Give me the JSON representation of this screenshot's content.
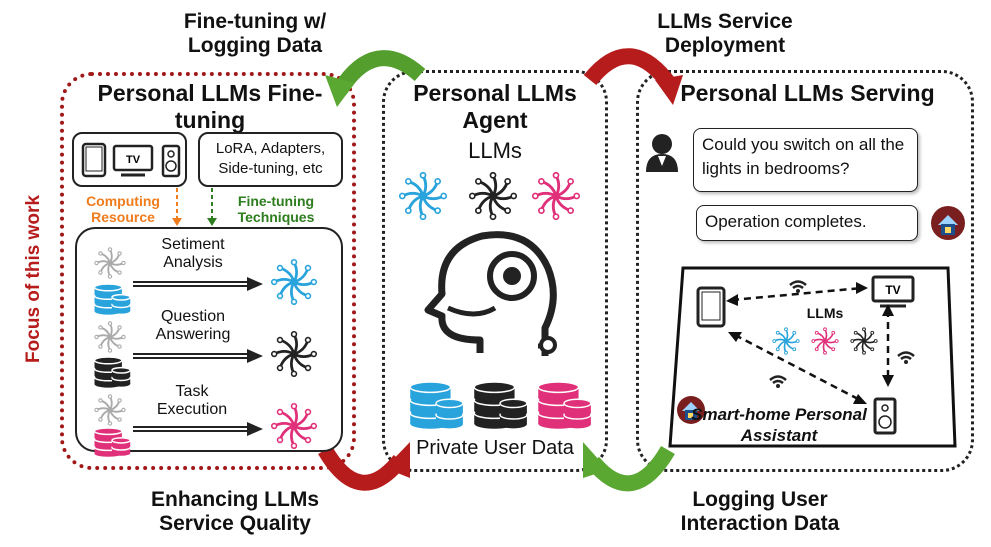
{
  "flow": {
    "fine_tuning": "Fine-tuning w/ Logging Data",
    "deployment": "LLMs Service Deployment",
    "enhancing": "Enhancing LLMs Service Quality",
    "logging": "Logging User Interaction Data"
  },
  "side_label": "Focus of this work",
  "left_panel": {
    "title": "Personal LLMs Fine-tuning",
    "computing_resource": "Computing Resource",
    "techniques_box": "LoRA, Adapters, Side-tuning, etc",
    "fine_tuning_techniques": "Fine-tuning Techniques",
    "tasks": [
      "Setiment Analysis",
      "Question Answering",
      "Task Execution"
    ]
  },
  "middle_panel": {
    "title": "Personal LLMs Agent",
    "llms": "LLMs",
    "private_data": "Private User Data"
  },
  "right_panel": {
    "title": "Personal LLMs Serving",
    "user_message": "Could you switch on all the lights in bedrooms?",
    "assistant_message": "Operation completes.",
    "llms_label": "LLMs",
    "smart_home": "Smart-home Personal Assistant"
  },
  "colors": {
    "dark_red": "#a01818",
    "green": "#5aa832",
    "red_arrow": "#b71c1c",
    "blue": "#29a3dc",
    "black": "#222222",
    "pink": "#e0307a",
    "orange": "#f07c1c",
    "dark_green": "#2e7d1e"
  },
  "icons": [
    "tablet-icon",
    "tv-icon",
    "speaker-icon",
    "user-icon",
    "robot-head-icon",
    "database-icon",
    "neural-star-icon",
    "wifi-icon",
    "house-avatar-icon"
  ]
}
